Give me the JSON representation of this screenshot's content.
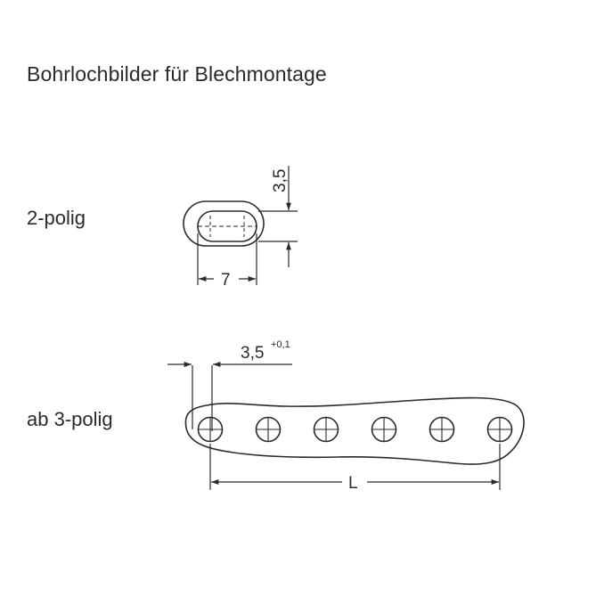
{
  "title": "Bohrlochbilder für Blechmontage",
  "labels": {
    "two_pole": "2-polig",
    "three_pole": "ab 3-polig"
  },
  "dimensions": {
    "slot_height": "3,5",
    "slot_width": "7",
    "hole_pitch": "3,5",
    "hole_pitch_tolerance": "+0,1",
    "length": "L"
  },
  "hole_count": 6,
  "colors": {
    "line": "#2a2a2a",
    "background": "#ffffff"
  }
}
